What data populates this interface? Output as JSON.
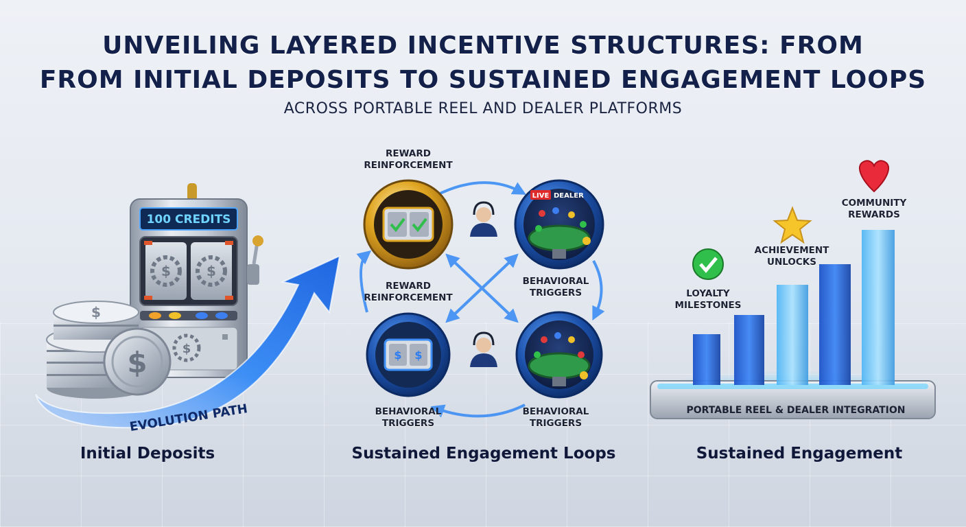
{
  "header": {
    "title_line1": "UNVEILING LAYERED INCENTIVE STRUCTURES: FROM",
    "title_line2": "FROM INITIAL DEPOSITS TO SUSTAINED ENGAGEMENT LOOPS",
    "subtitle": "ACROSS PORTABLE REEL AND DEALER PLATFORMS"
  },
  "deposits": {
    "display": "100 CREDITS",
    "path_label": "EVOLUTION PATH",
    "caption": "Initial Deposits"
  },
  "loops": {
    "nodes": [
      {
        "line1": "REWARD",
        "line2": "REINFORCEMENT"
      },
      {
        "line1": "BEHAVIORAL",
        "line2": "TRIGGERS"
      },
      {
        "line1": "REWARD",
        "line2": "REINFORCEMENT"
      },
      {
        "line1": "BEHAVIORAL",
        "line2": "TRIGGERS"
      },
      {
        "line1": "BEHAVIORAL",
        "line2": "TRIGGERS"
      }
    ],
    "live_badge": "LIVE",
    "dealer_badge": "DEALER",
    "caption": "Sustained Engagement Loops"
  },
  "engagement": {
    "milestones": [
      {
        "line1": "LOYALTY",
        "line2": "MILESTONES",
        "icon": "check-icon"
      },
      {
        "line1": "ACHIEVEMENT",
        "line2": "UNLOCKS",
        "icon": "star-icon"
      },
      {
        "line1": "COMMUNITY",
        "line2": "REWARDS",
        "icon": "heart-icon"
      }
    ],
    "platform_label": "PORTABLE REEL & DEALER INTEGRATION",
    "caption": "Sustained Engagement"
  },
  "colors": {
    "navy": "#13204a",
    "accent_blue": "#2f7df0",
    "gold": "#e0a520",
    "felt_green": "#2f9a4a"
  }
}
